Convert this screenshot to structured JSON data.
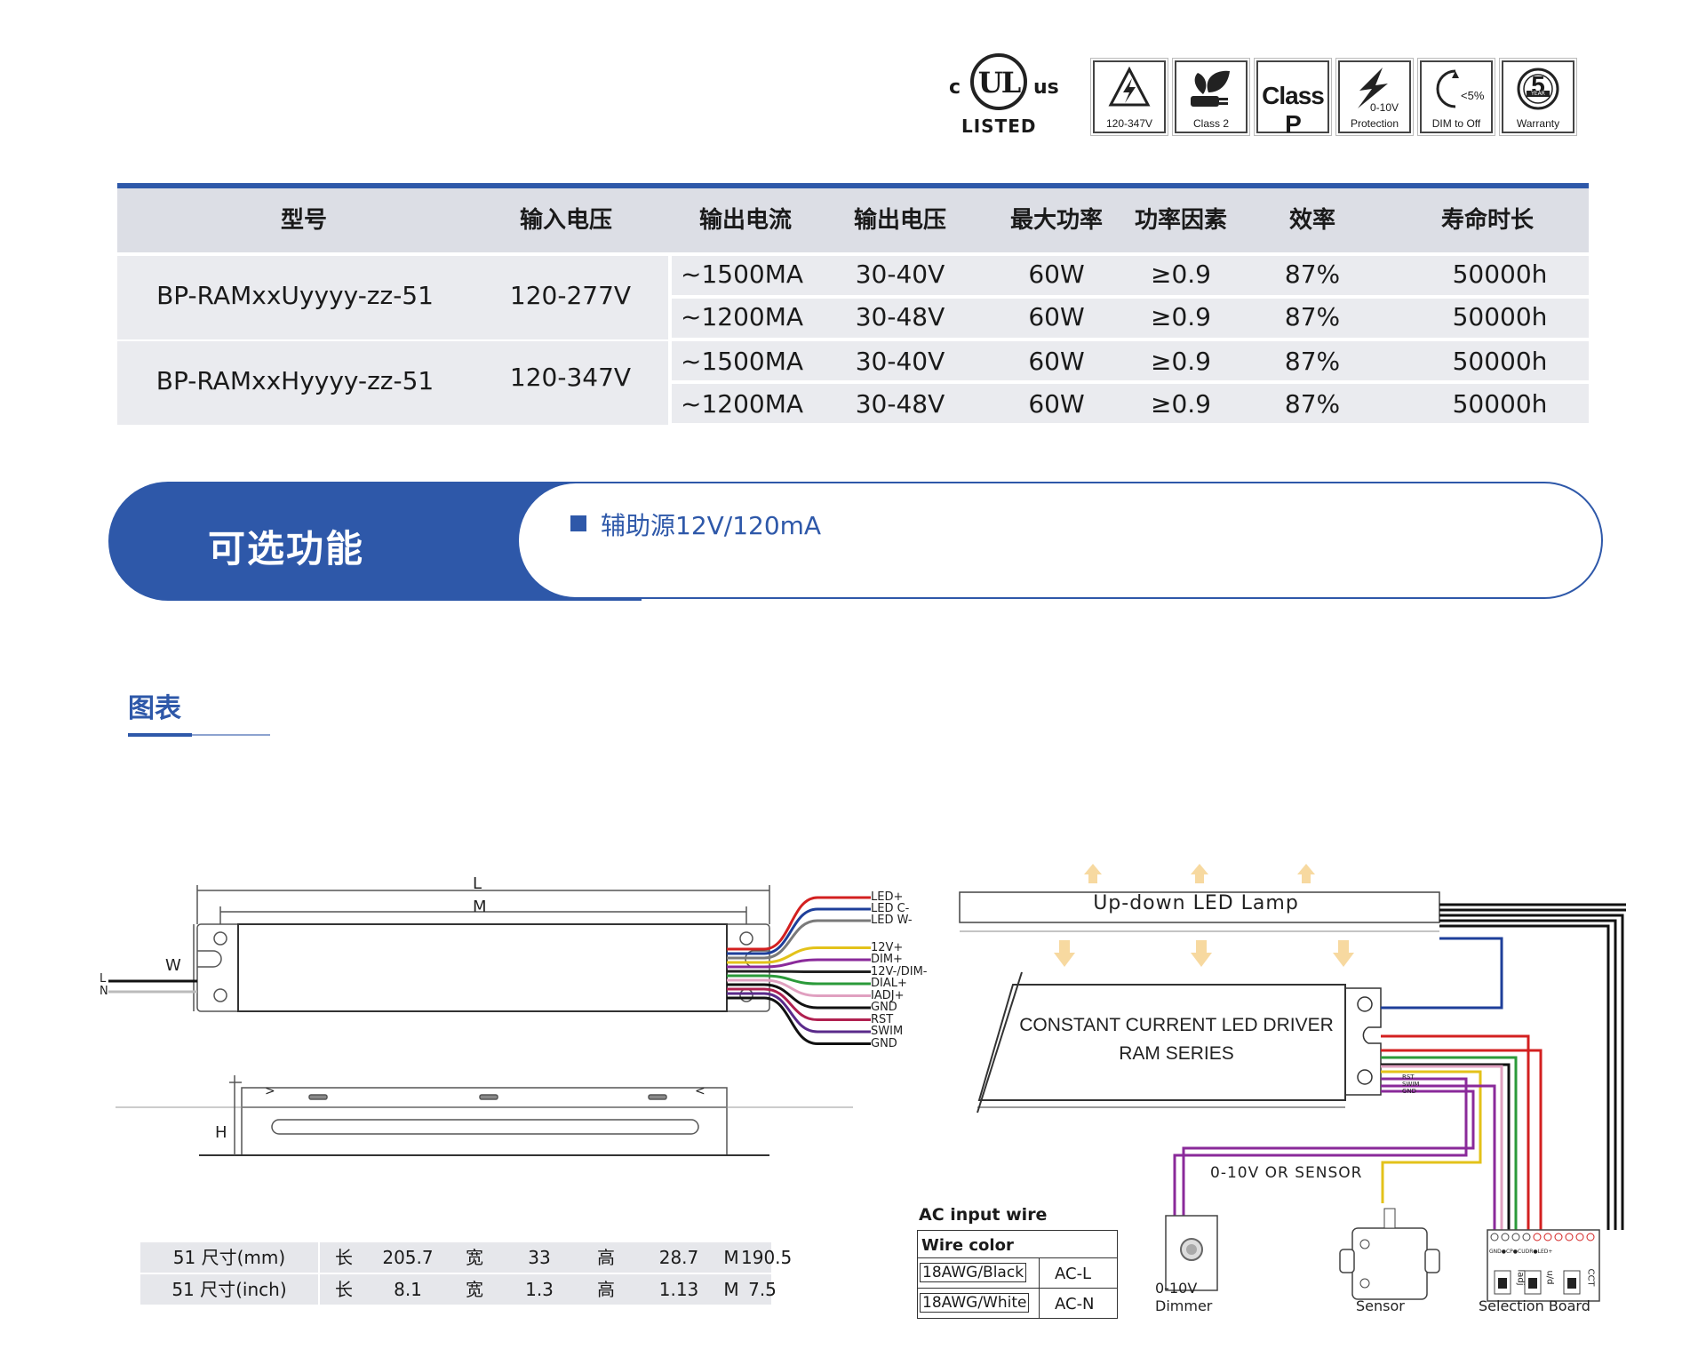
{
  "certifications": {
    "ul": {
      "c": "c",
      "ul": "UL",
      "us": "us",
      "listed": "LISTED"
    },
    "icons": [
      {
        "icon": "lightning-icon",
        "caption": "120-347V"
      },
      {
        "icon": "plug-leaf-icon",
        "caption": "Class 2"
      },
      {
        "icon": "class-p-mark",
        "big": "Class P",
        "caption": ""
      },
      {
        "icon": "surge-protection-icon",
        "sub": "0-10V",
        "caption": "Protection"
      },
      {
        "icon": "dim-to-off-icon",
        "sub": "<5%",
        "caption": "DIM to Off"
      },
      {
        "icon": "five-year-warranty-icon",
        "sub": "5",
        "tiny": "YEAR",
        "caption": "Warranty"
      }
    ]
  },
  "spec_table": {
    "headers": [
      "型号",
      "输入电压",
      "输出电流",
      "输出电压",
      "最大功率",
      "功率因素",
      "效率",
      "寿命时长"
    ],
    "groups": [
      {
        "model": "BP-RAMxxUyyyy-zz-51",
        "input": "120-277V",
        "rows": [
          [
            "~1500MA",
            "30-40V",
            "60W",
            "≥0.9",
            "87%",
            "50000h"
          ],
          [
            "~1200MA",
            "30-48V",
            "60W",
            "≥0.9",
            "87%",
            "50000h"
          ]
        ]
      },
      {
        "model": "BP-RAMxxHyyyy-zz-51",
        "input": "120-347V",
        "rows": [
          [
            "~1500MA",
            "30-40V",
            "60W",
            "≥0.9",
            "87%",
            "50000h"
          ],
          [
            "~1200MA",
            "30-48V",
            "60W",
            "≥0.9",
            "87%",
            "50000h"
          ]
        ]
      }
    ]
  },
  "optional": {
    "title": "可选功能",
    "item": "辅助源12V/120mA"
  },
  "chart_heading": "图表",
  "drawing": {
    "dim_L": "L",
    "dim_M": "M",
    "dim_W": "W",
    "dim_H": "H",
    "line_L": "L",
    "line_N": "N",
    "wire_labels": [
      "LED+",
      "LED C-",
      "LED W-",
      "12V+",
      "DIM+",
      "12V-/DIM-",
      "DIAL+",
      "IADJ+",
      "GND",
      "RST",
      "SWIM",
      "GND"
    ],
    "wire_colors": [
      "#d32020",
      "#1e3f9a",
      "#7a7a7a",
      "#e3c21a",
      "#8a2a9a",
      "#222222",
      "#2b9a3a",
      "#e0a0c0",
      "#111111",
      "#b02050",
      "#5a2a8a",
      "#111111"
    ],
    "arrows": {
      "left": ">",
      "right": "<"
    }
  },
  "dimensions": {
    "rows": [
      [
        "51 尺寸(mm)",
        "长",
        "205.7",
        "宽",
        "33",
        "高",
        "28.7",
        "M",
        "190.5"
      ],
      [
        "51 尺寸(inch)",
        "长",
        "8.1",
        "宽",
        "1.3",
        "高",
        "1.13",
        "M",
        "7.5"
      ]
    ]
  },
  "wiring": {
    "lamp": "Up-down LED Lamp",
    "driver_line1": "CONSTANT CURRENT LED DRIVER",
    "driver_line2": "RAM SERIES",
    "small_labels": [
      "RST",
      "SWIM",
      "GND"
    ],
    "sensor_option": "0-10V OR SENSOR",
    "dimmer_line1": "0-10V",
    "dimmer_line2": "Dimmer",
    "sensor": "Sensor",
    "board": "Selection Board",
    "board_pins": "GND●CP●CUDR●LED+",
    "board_sw": [
      "ladj",
      "u/d",
      "CCT"
    ]
  },
  "ac_table": {
    "title": "AC input wire",
    "header": "Wire color",
    "rows": [
      [
        "18AWG/Black",
        "AC-L"
      ],
      [
        "18AWG/White",
        "AC-N"
      ]
    ]
  }
}
